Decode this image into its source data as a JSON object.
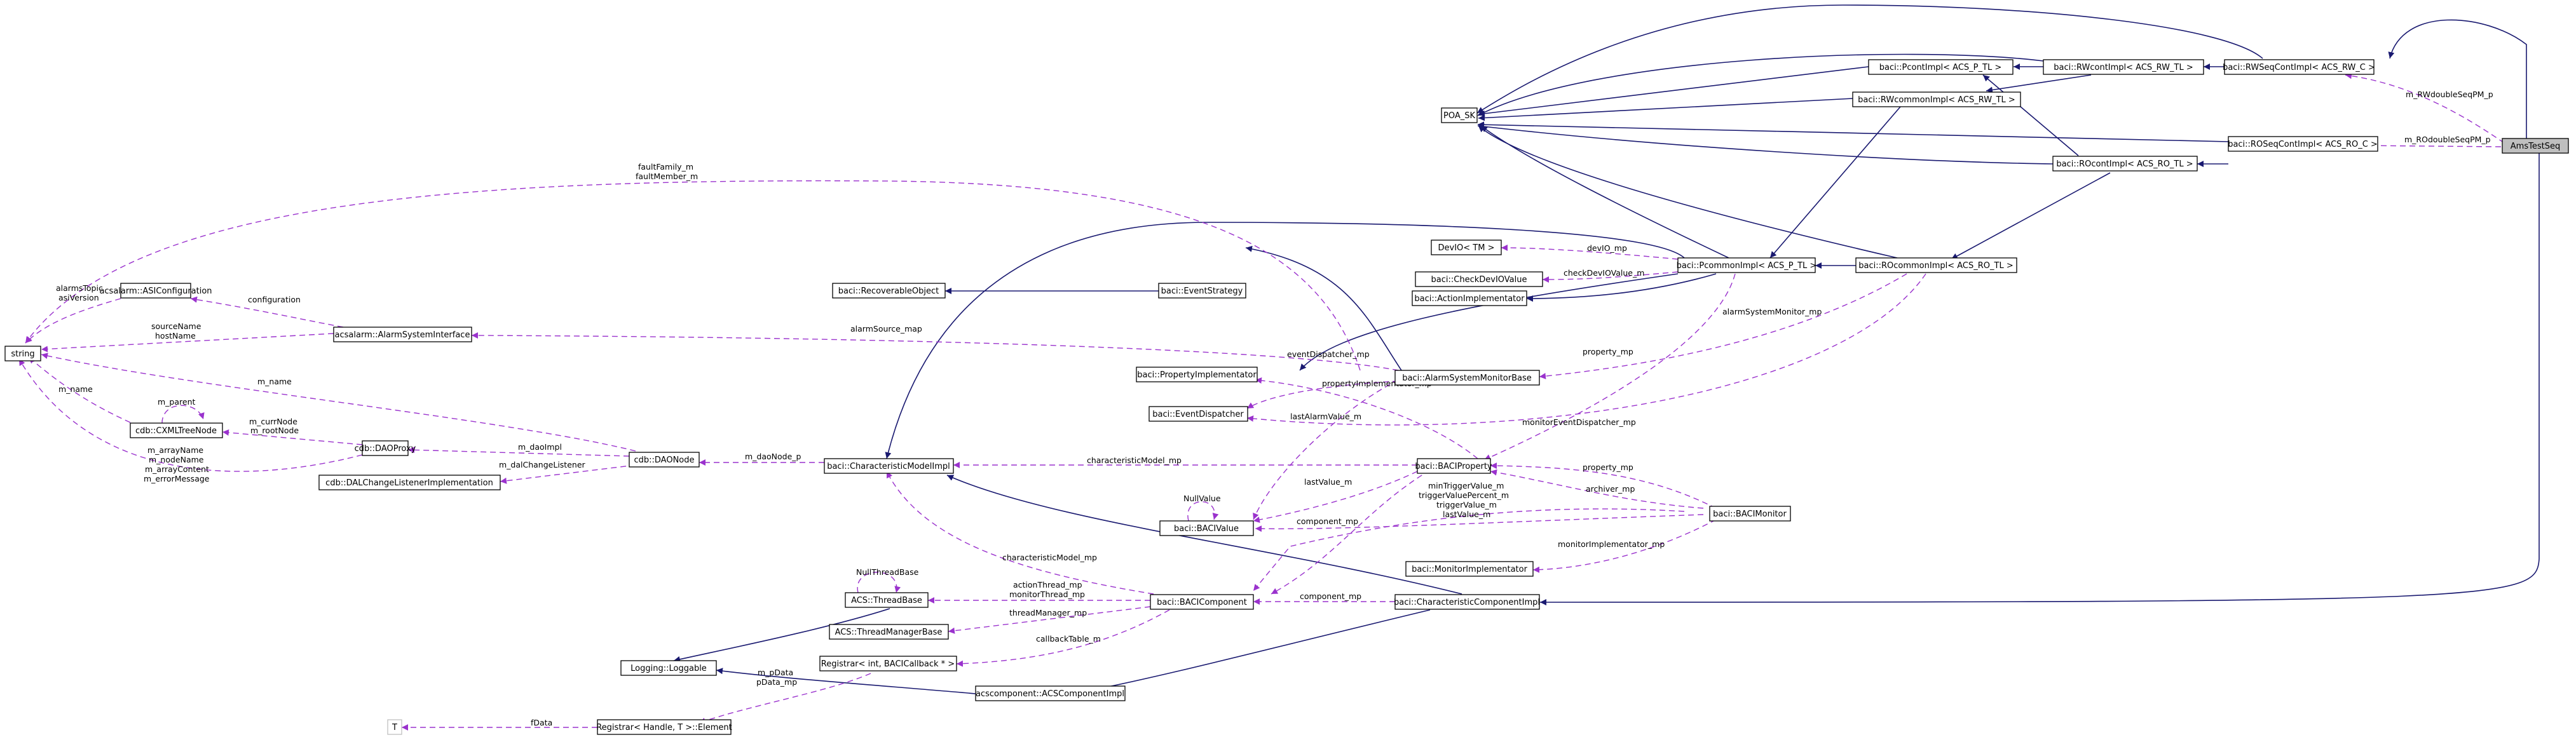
{
  "colors": {
    "inheritance": "#191970",
    "usage": "#9a32cd",
    "focus_fill": "#bfbfbf",
    "background": "#ffffff"
  },
  "nodes": {
    "AmsTestSeq": "AmsTestSeq",
    "RWSeqContImpl": "baci::RWSeqContImpl< ACS_RW_C >",
    "ROSeqContImpl": "baci::ROSeqContImpl< ACS_RO_C >",
    "POA_SK": "POA_SK",
    "PcontImpl": "baci::PcontImpl< ACS_P_TL >",
    "RWcontImpl": "baci::RWcontImpl< ACS_RW_TL >",
    "RWcommonImpl": "baci::RWcommonImpl< ACS_RW_TL >",
    "ROcontImpl": "baci::ROcontImpl< ACS_RO_TL >",
    "DevIO": "DevIO< TM >",
    "PcommonImpl": "baci::PcommonImpl< ACS_P_TL >",
    "ROcommonImpl": "baci::ROcommonImpl< ACS_RO_TL >",
    "CheckDevIOValue": "baci::CheckDevIOValue",
    "RecoverableObject": "baci::RecoverableObject",
    "EventStrategy": "baci::EventStrategy",
    "ActionImplementator": "baci::ActionImplementator",
    "PropertyImplementator": "baci::PropertyImplementator",
    "AlarmSystemMonitorBase": "baci::AlarmSystemMonitorBase",
    "EventDispatcher": "baci::EventDispatcher",
    "ASIConfiguration": "acsalarm::ASIConfiguration",
    "AlarmSystemInterface": "acsalarm::AlarmSystemInterface",
    "string": "string",
    "CXMLTreeNode": "cdb::CXMLTreeNode",
    "DAOProxy": "cdb::DAOProxy",
    "DAONode": "cdb::DAONode",
    "DALChangeListenerImplementation": "cdb::DALChangeListenerImplementation",
    "CharacteristicModelImpl": "baci::CharacteristicModelImpl",
    "BACIProperty": "baci::BACIProperty",
    "BACIValue": "baci::BACIValue",
    "BACIMonitor": "baci::BACIMonitor",
    "MonitorImplementator": "baci::MonitorImplementator",
    "ThreadBase": "ACS::ThreadBase",
    "ThreadManagerBase": "ACS::ThreadManagerBase",
    "BACIComponent": "baci::BACIComponent",
    "CharacteristicComponentImpl": "baci::CharacteristicComponentImpl",
    "Registrar": "Registrar< int, BACICallback * >",
    "Loggable": "Logging::Loggable",
    "ACSComponentImpl": "acscomponent::ACSComponentImpl",
    "T": "T",
    "RegistrarElement": "Registrar< Handle, T >::Element"
  },
  "edge_labels": {
    "m_RWdoubleSeqPM_p": "m_RWdoubleSeqPM_p",
    "m_ROdoubleSeqPM_p": "m_ROdoubleSeqPM_p",
    "faultFamily_m": "faultFamily_m",
    "faultMember_m": "faultMember_m",
    "alarmsTopic": "alarmsTopic",
    "asiVersion": "asiVersion",
    "configuration": "configuration",
    "sourceName": "sourceName",
    "hostName": "hostName",
    "alarmSource_map": "alarmSource_map",
    "m_name_1": "m_name",
    "m_name_2": "m_name",
    "m_parent": "m_parent",
    "m_currNode": "m_currNode",
    "m_rootNode": "m_rootNode",
    "m_daoImpl": "m_daoImpl",
    "m_dalChangeListener": "m_dalChangeListener",
    "m_daoNode_p": "m_daoNode_p",
    "m_arrayName": "m_arrayName",
    "m_nodeName": "m_nodeName",
    "m_arrayContent": "m_arrayContent",
    "m_errorMessage": "m_errorMessage",
    "devIO_mp": "devIO_mp",
    "checkDevIOValue_m": "checkDevIOValue_m",
    "alarmSystemMonitor_mp": "alarmSystemMonitor_mp",
    "eventDispatcher_mp": "eventDispatcher_mp",
    "property_mp_1": "property_mp",
    "propertyImplementator_mp": "propertyImplementator_mp",
    "lastAlarmValue_m": "lastAlarmValue_m",
    "monitorEventDispatcher_mp": "monitorEventDispatcher_mp",
    "characteristicModel_mp_1": "characteristicModel_mp",
    "NullValue": "NullValue",
    "lastValue_m_1": "lastValue_m",
    "minTriggerValue_m": "minTriggerValue_m",
    "triggerValuePercent_m": "triggerValuePercent_m",
    "triggerValue_m": "triggerValue_m",
    "lastValue_m_2": "lastValue_m",
    "component_mp_1": "component_mp",
    "archiver_mp": "archiver_mp",
    "property_mp_2": "property_mp",
    "monitorImplementator_mp": "monitorImplementator_mp",
    "NullThreadBase": "NullThreadBase",
    "characteristicModel_mp_2": "characteristicModel_mp",
    "actionThread_mp": "actionThread_mp",
    "monitorThread_mp": "monitorThread_mp",
    "threadManager_mp": "threadManager_mp",
    "callbackTable_m": "callbackTable_m",
    "component_mp_2": "component_mp",
    "m_pData": "m_pData",
    "pData_mp": "pData_mp",
    "fData": "fData"
  }
}
